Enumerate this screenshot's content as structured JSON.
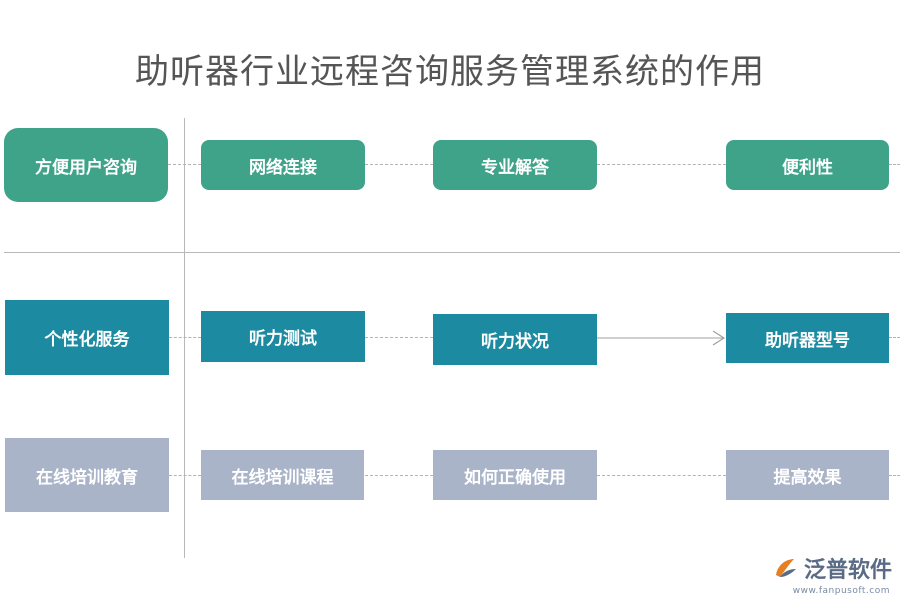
{
  "title": "助听器行业远程咨询服务管理系统的作用",
  "colors": {
    "green": "#3fa38a",
    "teal": "#1c8aa1",
    "gray": "#a9b4c8",
    "line": "#b8b8b8"
  },
  "rows": [
    {
      "category": "方便用户咨询",
      "items": [
        "网络连接",
        "专业解答",
        "便利性"
      ]
    },
    {
      "category": "个性化服务",
      "items": [
        "听力测试",
        "听力状况",
        "助听器型号"
      ]
    },
    {
      "category": "在线培训教育",
      "items": [
        "在线培训课程",
        "如何正确使用",
        "提高效果"
      ]
    }
  ],
  "logo": {
    "name": "泛普软件",
    "url": "www.fanpusoft.com",
    "icon": "fanpu-logo-icon"
  }
}
